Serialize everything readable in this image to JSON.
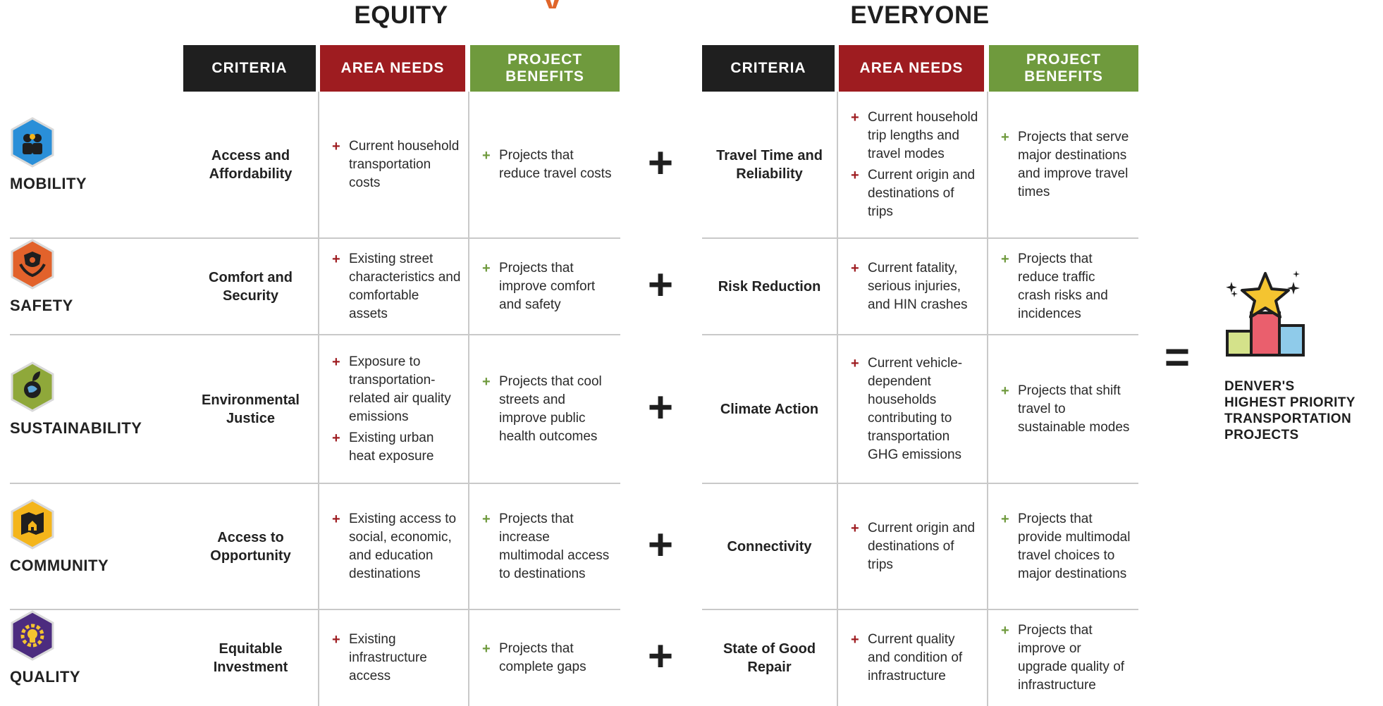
{
  "sections": {
    "equity_title": "EQUITY",
    "everyone_title": "EVERYONE"
  },
  "headers": {
    "criteria": "CRITERIA",
    "area_needs": "AREA NEEDS",
    "project_benefits_line1": "PROJECT",
    "project_benefits_line2": "BENEFITS"
  },
  "colors": {
    "header_black": "#1f1f1f",
    "header_red": "#9e1c20",
    "header_green": "#6f9a3d",
    "mobility": "#2a8fd8",
    "safety": "#e2622b",
    "sustainability": "#8fa83a",
    "community": "#f4b51b",
    "quality": "#4c2c7f"
  },
  "rows": [
    {
      "category": "MOBILITY",
      "icon": "people-icon",
      "equity": {
        "criteria": "Access and Affordability",
        "needs": [
          "Current household transportation costs"
        ],
        "benefits": [
          "Projects that reduce travel costs"
        ]
      },
      "everyone": {
        "criteria": "Travel Time and Reliability",
        "needs": [
          "Current household trip lengths and travel modes",
          "Current origin and destinations of trips"
        ],
        "benefits": [
          "Projects that serve major destinations and improve travel times"
        ]
      }
    },
    {
      "category": "SAFETY",
      "icon": "hands-shield-icon",
      "equity": {
        "criteria": "Comfort and Security",
        "needs": [
          "Existing street characteristics and comfortable assets"
        ],
        "benefits": [
          "Projects that improve comfort and safety"
        ]
      },
      "everyone": {
        "criteria": "Risk Reduction",
        "needs": [
          "Current fatality, serious injuries, and HIN crashes"
        ],
        "benefits": [
          "Projects that reduce traffic crash risks and incidences"
        ]
      }
    },
    {
      "category": "SUSTAINABILITY",
      "icon": "globe-leaf-icon",
      "equity": {
        "criteria": "Environmental Justice",
        "needs": [
          "Exposure to transportation-related air quality emissions",
          "Existing urban heat exposure"
        ],
        "benefits": [
          "Projects that cool streets and improve public health outcomes"
        ]
      },
      "everyone": {
        "criteria": "Climate Action",
        "needs": [
          "Current vehicle-dependent households contributing to transportation GHG emissions"
        ],
        "benefits": [
          "Projects that shift travel to sustainable modes"
        ]
      }
    },
    {
      "category": "COMMUNITY",
      "icon": "map-home-icon",
      "equity": {
        "criteria": "Access to Opportunity",
        "needs": [
          "Existing access to social, economic, and education destinations"
        ],
        "benefits": [
          "Projects that increase multimodal access to destinations"
        ]
      },
      "everyone": {
        "criteria": "Connectivity",
        "needs": [
          "Current origin and destinations of trips"
        ],
        "benefits": [
          "Projects that provide multimodal travel choices to major destinations"
        ]
      }
    },
    {
      "category": "QUALITY",
      "icon": "gear-lightbulb-icon",
      "equity": {
        "criteria": "Equitable Investment",
        "needs": [
          "Existing infrastructure access"
        ],
        "benefits": [
          "Projects that complete gaps"
        ]
      },
      "everyone": {
        "criteria": "State of Good Repair",
        "needs": [
          "Current quality and condition of infrastructure"
        ],
        "benefits": [
          "Projects that improve or upgrade quality of infrastructure"
        ]
      }
    }
  ],
  "operators": {
    "plus": "+",
    "equals": "="
  },
  "result": {
    "icon": "podium-star-icon",
    "label_line1": "DENVER'S",
    "label_line2": "HIGHEST PRIORITY",
    "label_line3": "TRANSPORTATION",
    "label_line4": "PROJECTS"
  }
}
